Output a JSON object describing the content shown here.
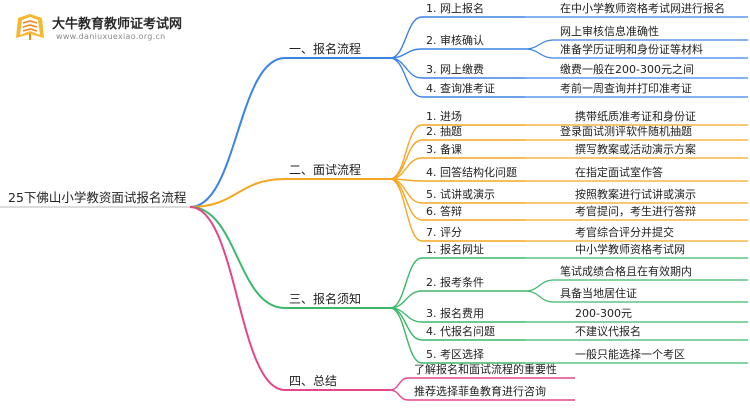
{
  "brand": {
    "title": "大牛教育教师证考试网",
    "url": "www.daniuxuexiao.org.cn"
  },
  "colors": {
    "blue": "#3b82e6",
    "orange": "#f5a623",
    "green": "#3cb86a",
    "pink": "#e5458a"
  },
  "mindmap": {
    "root": "25下佛山小学教资面试报名流程",
    "branches": [
      {
        "label": "一、报名流程",
        "color": "blue",
        "items": [
          {
            "label": "1. 网上报名",
            "details": [
              "在中小学教师资格考试网进行报名"
            ]
          },
          {
            "label": "2. 审核确认",
            "details": [
              "网上审核信息准确性",
              "准备学历证明和身份证等材料"
            ]
          },
          {
            "label": "3. 网上缴费",
            "details": [
              "缴费一般在200-300元之间"
            ]
          },
          {
            "label": "4. 查询准考证",
            "details": [
              "考前一周查询并打印准考证"
            ]
          }
        ]
      },
      {
        "label": "二、面试流程",
        "color": "orange",
        "items": [
          {
            "label": "1. 进场",
            "details": [
              "携带纸质准考证和身份证"
            ]
          },
          {
            "label": "2. 抽题",
            "details": [
              "登录面试测评软件随机抽题"
            ]
          },
          {
            "label": "3. 备课",
            "details": [
              "撰写教案或活动演示方案"
            ]
          },
          {
            "label": "4. 回答结构化问题",
            "details": [
              "在指定面试室作答"
            ]
          },
          {
            "label": "5. 试讲或演示",
            "details": [
              "按照教案进行试讲或演示"
            ]
          },
          {
            "label": "6. 答辩",
            "details": [
              "考官提问，考生进行答辩"
            ]
          },
          {
            "label": "7. 评分",
            "details": [
              "考官综合评分并提交"
            ]
          }
        ]
      },
      {
        "label": "三、报名须知",
        "color": "green",
        "items": [
          {
            "label": "1. 报名网址",
            "details": [
              "中小学教师资格考试网"
            ]
          },
          {
            "label": "2. 报考条件",
            "details": [
              "笔试成绩合格且在有效期内",
              "具备当地居住证"
            ]
          },
          {
            "label": "3. 报名费用",
            "details": [
              "200-300元"
            ]
          },
          {
            "label": "4. 代报名问题",
            "details": [
              "不建议代报名"
            ]
          },
          {
            "label": "5. 考区选择",
            "details": [
              "一般只能选择一个考区"
            ]
          }
        ]
      },
      {
        "label": "四、总结",
        "color": "pink",
        "items": [
          {
            "label": "了解报名和面试流程的重要性",
            "details": []
          },
          {
            "label": "推荐选择菲鱼教育进行咨询",
            "details": []
          }
        ]
      }
    ]
  }
}
